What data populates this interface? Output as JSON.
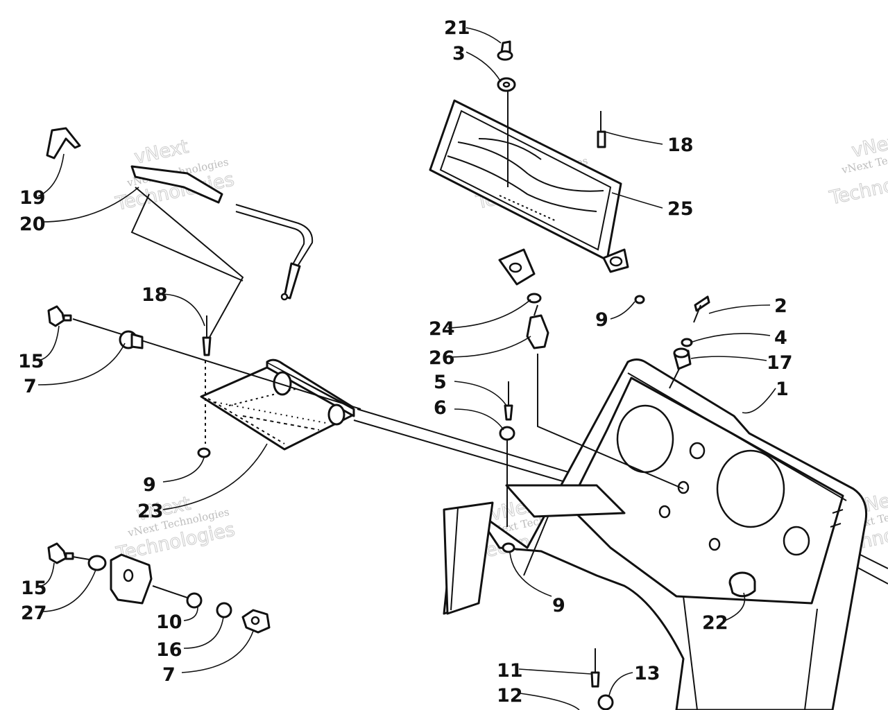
{
  "diagram": {
    "parts": [
      {
        "key": "p21",
        "label": "21"
      },
      {
        "key": "p3",
        "label": "3"
      },
      {
        "key": "p18a",
        "label": "18"
      },
      {
        "key": "p25",
        "label": "25"
      },
      {
        "key": "p19",
        "label": "19"
      },
      {
        "key": "p20",
        "label": "20"
      },
      {
        "key": "p18b",
        "label": "18"
      },
      {
        "key": "p9a",
        "label": "9"
      },
      {
        "key": "p2",
        "label": "2"
      },
      {
        "key": "p24",
        "label": "24"
      },
      {
        "key": "p4",
        "label": "4"
      },
      {
        "key": "p26",
        "label": "26"
      },
      {
        "key": "p17",
        "label": "17"
      },
      {
        "key": "p15a",
        "label": "15"
      },
      {
        "key": "p7a",
        "label": "7"
      },
      {
        "key": "p5",
        "label": "5"
      },
      {
        "key": "p1",
        "label": "1"
      },
      {
        "key": "p6",
        "label": "6"
      },
      {
        "key": "p9b",
        "label": "9"
      },
      {
        "key": "p23",
        "label": "23"
      },
      {
        "key": "p15b",
        "label": "15"
      },
      {
        "key": "p27",
        "label": "27"
      },
      {
        "key": "p9c",
        "label": "9"
      },
      {
        "key": "p10",
        "label": "10"
      },
      {
        "key": "p22",
        "label": "22"
      },
      {
        "key": "p16",
        "label": "16"
      },
      {
        "key": "p7b",
        "label": "7"
      },
      {
        "key": "p11",
        "label": "11"
      },
      {
        "key": "p13",
        "label": "13"
      },
      {
        "key": "p12",
        "label": "12"
      }
    ]
  },
  "watermark": {
    "line1": "vNext Technologies",
    "line2": "Technologies",
    "line3": "vNext"
  }
}
